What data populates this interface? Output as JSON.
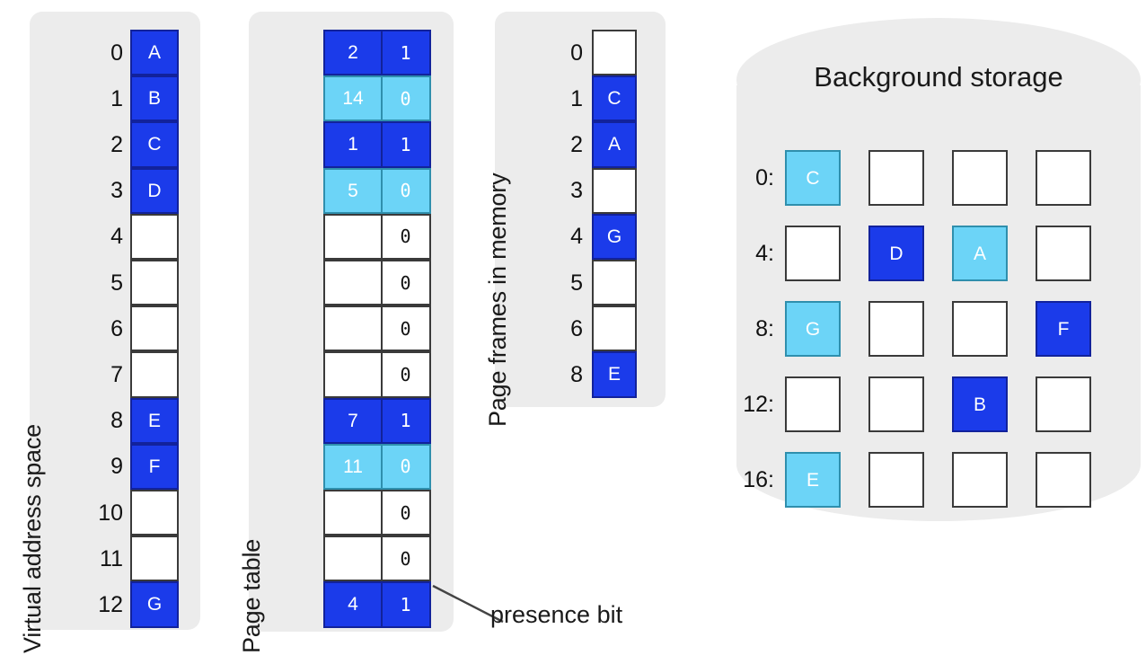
{
  "diagram": {
    "title": "Virtual memory paging diagram",
    "colors": {
      "panel_bg": "#ececec",
      "present_dark_blue": "#1b3bea",
      "swapped_light_blue": "#6cd4f7",
      "empty_white": "#ffffff",
      "border_gray": "#3a3a3a",
      "text_dark": "#1a1a1a"
    }
  },
  "virtual_address_space": {
    "caption": "Virtual address space",
    "rows": [
      {
        "index": "0",
        "value": "A",
        "state": "dark"
      },
      {
        "index": "1",
        "value": "B",
        "state": "dark"
      },
      {
        "index": "2",
        "value": "C",
        "state": "dark"
      },
      {
        "index": "3",
        "value": "D",
        "state": "dark"
      },
      {
        "index": "4",
        "value": "",
        "state": "empty"
      },
      {
        "index": "5",
        "value": "",
        "state": "empty"
      },
      {
        "index": "6",
        "value": "",
        "state": "empty"
      },
      {
        "index": "7",
        "value": "",
        "state": "empty"
      },
      {
        "index": "8",
        "value": "E",
        "state": "dark"
      },
      {
        "index": "9",
        "value": "F",
        "state": "dark"
      },
      {
        "index": "10",
        "value": "",
        "state": "empty"
      },
      {
        "index": "11",
        "value": "",
        "state": "empty"
      },
      {
        "index": "12",
        "value": "G",
        "state": "dark"
      }
    ]
  },
  "page_table": {
    "caption": "Page table",
    "annotation": "presence bit",
    "rows": [
      {
        "frame": "2",
        "present": "1",
        "state": "dark"
      },
      {
        "frame": "14",
        "present": "0",
        "state": "light"
      },
      {
        "frame": "1",
        "present": "1",
        "state": "dark"
      },
      {
        "frame": "5",
        "present": "0",
        "state": "light"
      },
      {
        "frame": "",
        "present": "0",
        "state": "empty"
      },
      {
        "frame": "",
        "present": "0",
        "state": "empty"
      },
      {
        "frame": "",
        "present": "0",
        "state": "empty"
      },
      {
        "frame": "",
        "present": "0",
        "state": "empty"
      },
      {
        "frame": "7",
        "present": "1",
        "state": "dark"
      },
      {
        "frame": "11",
        "present": "0",
        "state": "light"
      },
      {
        "frame": "",
        "present": "0",
        "state": "empty"
      },
      {
        "frame": "",
        "present": "0",
        "state": "empty"
      },
      {
        "frame": "4",
        "present": "1",
        "state": "dark"
      }
    ]
  },
  "page_frames": {
    "caption": "Page frames in memory",
    "rows": [
      {
        "index": "0",
        "value": "",
        "state": "empty"
      },
      {
        "index": "1",
        "value": "C",
        "state": "dark"
      },
      {
        "index": "2",
        "value": "A",
        "state": "dark"
      },
      {
        "index": "3",
        "value": "",
        "state": "empty"
      },
      {
        "index": "4",
        "value": "G",
        "state": "dark"
      },
      {
        "index": "5",
        "value": "",
        "state": "empty"
      },
      {
        "index": "6",
        "value": "",
        "state": "empty"
      },
      {
        "index": "8",
        "value": "E",
        "state": "dark"
      }
    ]
  },
  "background_storage": {
    "title": "Background storage",
    "rows": [
      {
        "label": "0:",
        "cells": [
          {
            "value": "C",
            "state": "light"
          },
          {
            "value": "",
            "state": "empty"
          },
          {
            "value": "",
            "state": "empty"
          },
          {
            "value": "",
            "state": "empty"
          }
        ]
      },
      {
        "label": "4:",
        "cells": [
          {
            "value": "",
            "state": "empty"
          },
          {
            "value": "D",
            "state": "dark"
          },
          {
            "value": "A",
            "state": "light"
          },
          {
            "value": "",
            "state": "empty"
          }
        ]
      },
      {
        "label": "8:",
        "cells": [
          {
            "value": "G",
            "state": "light"
          },
          {
            "value": "",
            "state": "empty"
          },
          {
            "value": "",
            "state": "empty"
          },
          {
            "value": "F",
            "state": "dark"
          }
        ]
      },
      {
        "label": "12:",
        "cells": [
          {
            "value": "",
            "state": "empty"
          },
          {
            "value": "",
            "state": "empty"
          },
          {
            "value": "B",
            "state": "dark"
          },
          {
            "value": "",
            "state": "empty"
          }
        ]
      },
      {
        "label": "16:",
        "cells": [
          {
            "value": "E",
            "state": "light"
          },
          {
            "value": "",
            "state": "empty"
          },
          {
            "value": "",
            "state": "empty"
          },
          {
            "value": "",
            "state": "empty"
          }
        ]
      }
    ]
  }
}
